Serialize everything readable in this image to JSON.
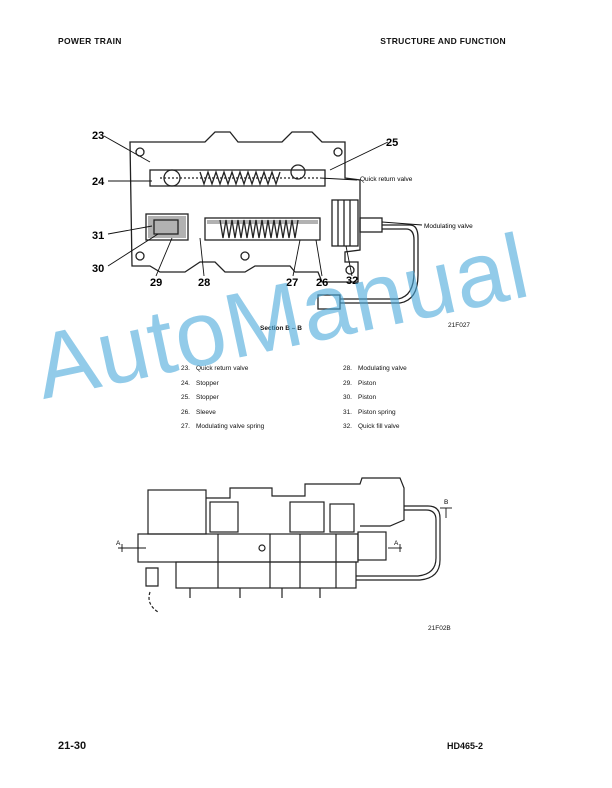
{
  "header": {
    "left": "POWER TRAIN",
    "right": "STRUCTURE AND FUNCTION"
  },
  "figure1": {
    "callouts": [
      "23",
      "24",
      "31",
      "30",
      "29",
      "28",
      "25",
      "27",
      "26",
      "32"
    ],
    "labels": {
      "quick_return": "Quick return valve",
      "modulating": "Modulating valve"
    },
    "section_title": "Section B – B",
    "code": "21F027"
  },
  "legend": {
    "col1": [
      {
        "n": "23.",
        "t": "Quick return valve"
      },
      {
        "n": "24.",
        "t": "Stopper"
      },
      {
        "n": "25.",
        "t": "Stopper"
      },
      {
        "n": "26.",
        "t": "Sleeve"
      },
      {
        "n": "27.",
        "t": "Modulating valve spring"
      }
    ],
    "col2": [
      {
        "n": "28.",
        "t": "Modulating valve"
      },
      {
        "n": "29.",
        "t": "Piston"
      },
      {
        "n": "30.",
        "t": "Piston"
      },
      {
        "n": "31.",
        "t": "Piston spring"
      },
      {
        "n": "32.",
        "t": "Quick fill valve"
      }
    ]
  },
  "figure2": {
    "marks": {
      "a1": "A",
      "a2": "A",
      "b": "B"
    },
    "code": "21F02B"
  },
  "watermark": "AutoManual",
  "footer": {
    "page": "21-30",
    "model": "HD465-2"
  }
}
